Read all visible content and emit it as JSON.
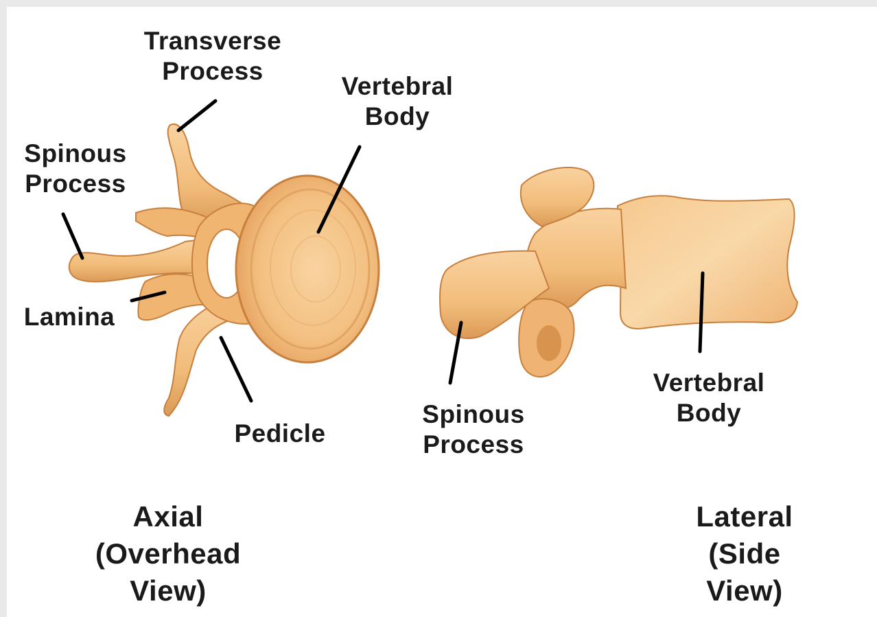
{
  "labels": {
    "transverse_process": "Transverse\nProcess",
    "vertebral_body_axial": "Vertebral\nBody",
    "spinous_process_axial": "Spinous\nProcess",
    "lamina": "Lamina",
    "pedicle": "Pedicle",
    "spinous_process_lateral": "Spinous\nProcess",
    "vertebral_body_lateral": "Vertebral\nBody"
  },
  "captions": {
    "axial": "Axial\n(Overhead\nView)",
    "lateral": "Lateral\n(Side\nView)"
  },
  "colors": {
    "bone": "#f2bd7b",
    "bone_light": "#f9d6a3",
    "bone_dark": "#d8934e",
    "outline": "#c77f3d",
    "leader": "#000000",
    "background_frame": "#e9e9e9",
    "panel": "#ffffff"
  }
}
